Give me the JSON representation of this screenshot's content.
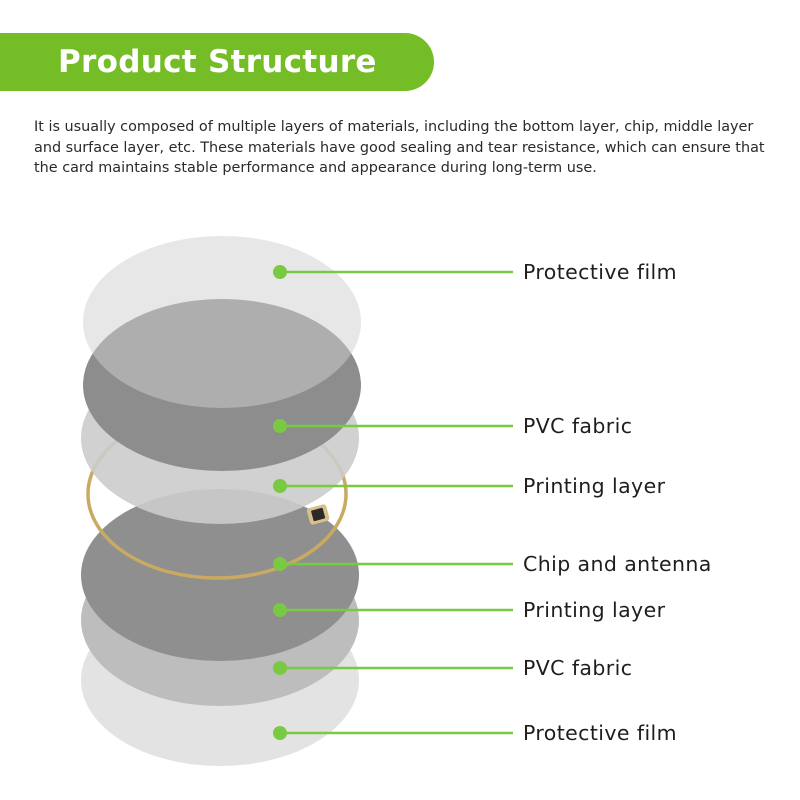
{
  "header": {
    "title": "Product Structure",
    "description": "It is usually composed of multiple layers of materials, including the bottom layer, chip, middle layer and surface layer, etc. These materials have good sealing and tear resistance, which can ensure that the card maintains stable performance and appearance during long-term use."
  },
  "colors": {
    "accent": "#74bd26",
    "leader_line": "#7ac943",
    "antenna": "#c9aa62"
  },
  "layers": [
    {
      "label": "Protective film"
    },
    {
      "label": "PVC fabric"
    },
    {
      "label": "Printing layer"
    },
    {
      "label": "Chip and antenna"
    },
    {
      "label": "Printing layer"
    },
    {
      "label": "PVC fabric"
    },
    {
      "label": "Protective film"
    }
  ]
}
